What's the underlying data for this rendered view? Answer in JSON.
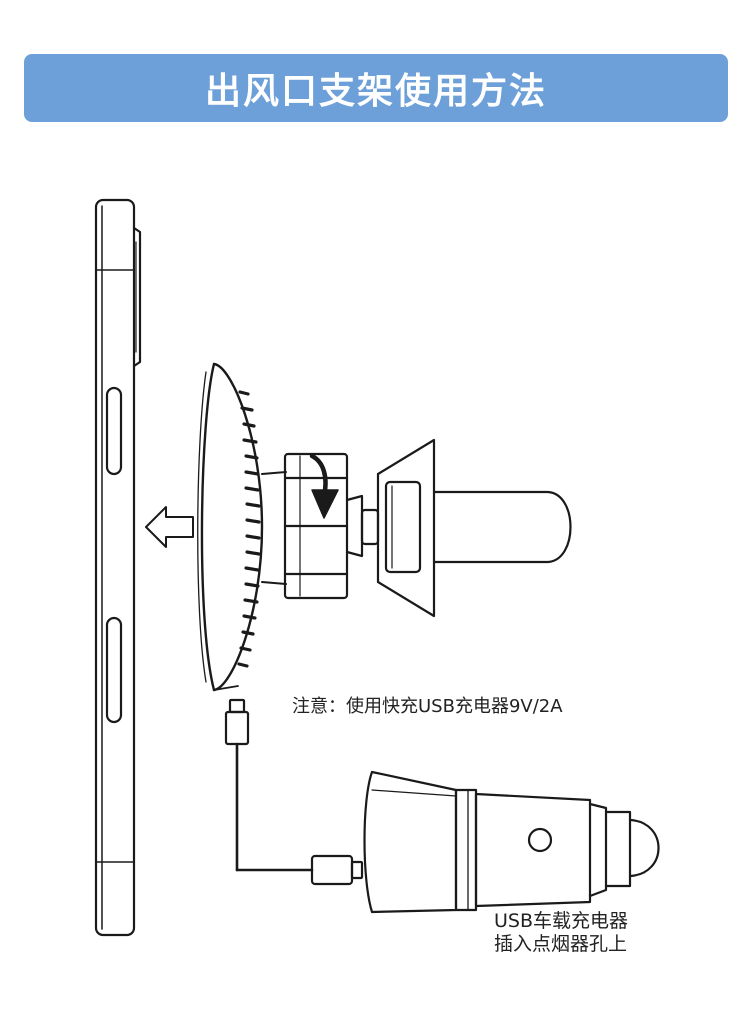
{
  "header": {
    "title": "出风口支架使用方法"
  },
  "annotations": {
    "note": "注意：使用快充USB充电器9V/2A",
    "charger_line1": "USB车载充电器",
    "charger_line2": "插入点烟器孔上"
  },
  "colors": {
    "title_bar": "#6d9fd8",
    "line": "#1a1a1a"
  },
  "icons": {
    "direction_arrow": "arrow-left-outline-icon",
    "rotate_arrow": "curved-rotate-arrow-icon"
  }
}
